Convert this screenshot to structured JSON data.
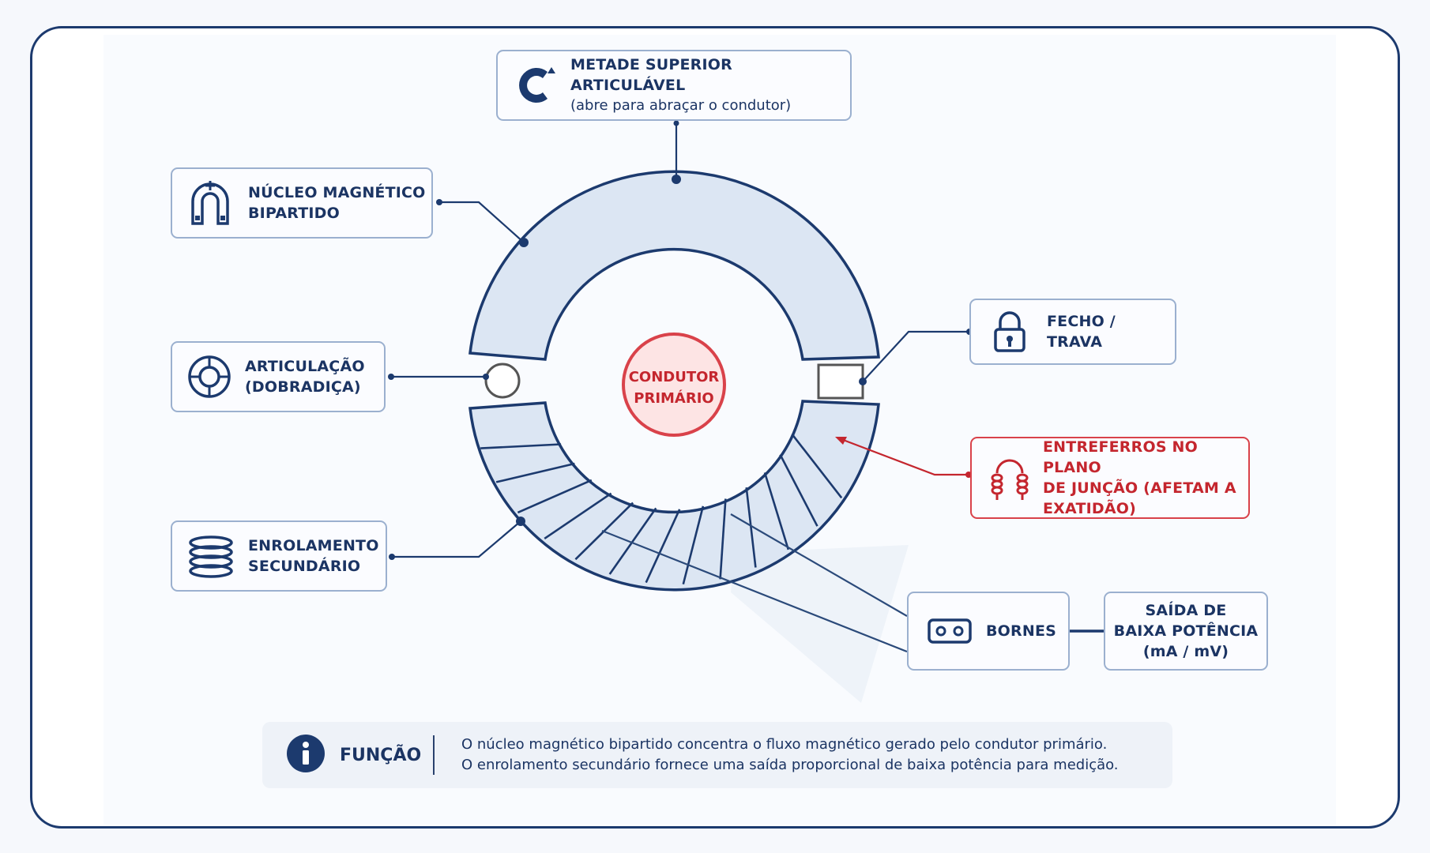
{
  "callouts": {
    "upper_half": {
      "title": "METADE SUPERIOR ARTICULÁVEL",
      "subtitle": "(abre para abraçar o condutor)"
    },
    "core": {
      "line1": "NÚCLEO MAGNÉTICO",
      "line2": "BIPARTIDO"
    },
    "hinge": {
      "line1": "ARTICULAÇÃO",
      "line2": "(DOBRADIÇA)"
    },
    "winding": {
      "line1": "ENROLAMENTO",
      "line2": "SECUNDÁRIO"
    },
    "latch": {
      "label": "FECHO / TRAVA"
    },
    "air_gaps": {
      "line1": "ENTREFERROS NO PLANO",
      "line2": "DE JUNÇÃO (AFETAM A",
      "line3": "EXATIDÃO)"
    },
    "terminals": {
      "label": "BORNES"
    },
    "output": {
      "line1": "SAÍDA DE",
      "line2": "BAIXA POTÊNCIA",
      "line3": "(mA / mV)"
    }
  },
  "conductor": {
    "line1": "CONDUTOR",
    "line2": "PRIMÁRIO"
  },
  "function": {
    "title": "FUNÇÃO",
    "line1": "O núcleo magnético bipartido concentra o fluxo magnético gerado pelo condutor primário.",
    "line2": "O enrolamento secundário fornece uma saída proporcional de baixa potência para medição."
  },
  "colors": {
    "navy": "#1c3a6e",
    "core_fill": "#dce6f3",
    "accent_red": "#d9424a",
    "conductor_fill": "#fde4e4"
  },
  "icons": {
    "upper_half": "c-clamp-icon",
    "core": "horseshoe-magnet-icon",
    "hinge": "hinge-icon",
    "winding": "coil-icon",
    "latch": "padlock-icon",
    "air_gaps": "inductor-icon",
    "terminals": "terminal-block-icon",
    "function": "info-icon"
  }
}
